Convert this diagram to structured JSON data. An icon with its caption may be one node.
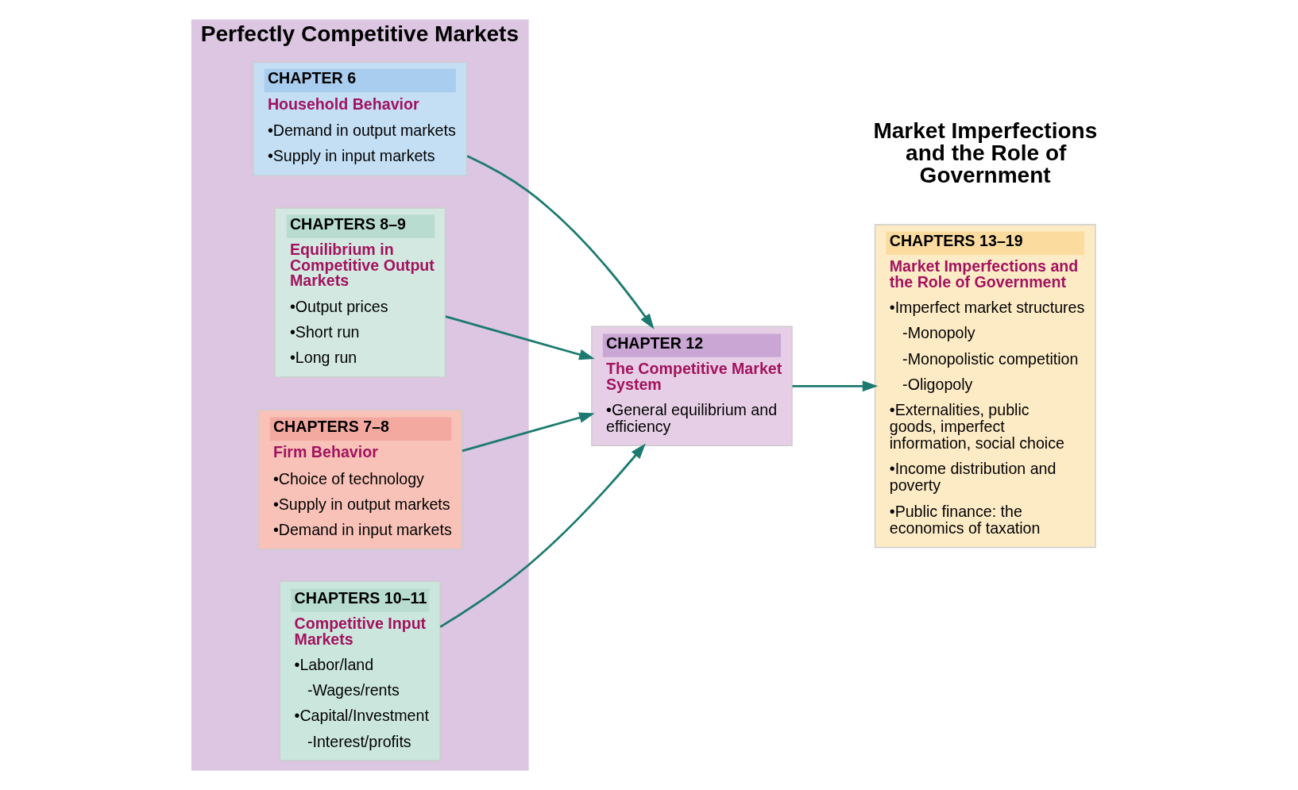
{
  "diagram": {
    "nodes": [
      {
        "text": [
          "Perfectly Competitive Markets"
        ]
      },
      {
        "text": [
          "CHAPTER 6",
          "Household Behavior",
          "•Demand in output markets",
          "•Supply in input markets"
        ],
        "in": 0
      },
      {
        "text": [
          "CHAPTERS 8–9",
          "Equilibrium in Competitive Output Markets",
          "•Output prices",
          "•Short run",
          "•Long run"
        ],
        "in": 0
      },
      {
        "text": [
          "CHAPTERS 7–8",
          "Firm Behavior",
          "•Choice of technology",
          "•Supply in output markets",
          "•Demand in input markets"
        ],
        "in": 0
      },
      {
        "text": [
          "CHAPTERS 10–11",
          "Competitive Input Markets",
          "•Labor/land",
          "-Wages/rents",
          "•Capital/Investment",
          "-Interest/profits"
        ],
        "in": 0
      },
      {
        "text": [
          "CHAPTER 12",
          "The Competitive Market System",
          "•General equilibrium and efficiency"
        ]
      },
      {
        "text": [
          "CHAPTERS 13–19",
          "Market Imperfections and the Role of Government",
          "•Imperfect market structures",
          "-Monopoly",
          "-Monopolistic competition",
          "-Oligopoly",
          "•Externalities, public goods, imperfect information, social choice",
          "•Income distribution and poverty",
          "•Public finance: the economics of taxation"
        ]
      }
    ],
    "edges": [
      {
        "from": 1,
        "to": 5,
        "arrow": "to"
      },
      {
        "from": 2,
        "to": 5,
        "arrow": "to"
      },
      {
        "from": 3,
        "to": 5,
        "arrow": "to"
      },
      {
        "from": 4,
        "to": 5,
        "arrow": "to"
      },
      {
        "from": 5,
        "to": 6,
        "arrow": "to"
      }
    ],
    "labels": [
      "Market Imperfections and the Role of Government"
    ]
  }
}
